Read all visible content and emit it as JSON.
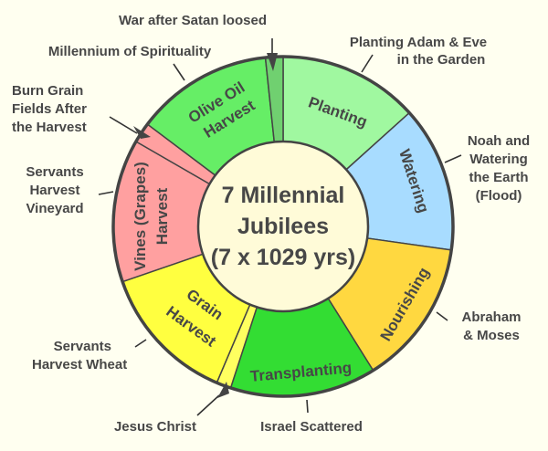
{
  "center": {
    "line1": "7 Millennial",
    "line2": "Jubilees",
    "line3": "(7 x 1029 yrs)"
  },
  "segments": [
    {
      "label": "Planting",
      "color": "#a0f8a0"
    },
    {
      "label": "Watering",
      "color": "#a8dcff"
    },
    {
      "label": "Nourishing",
      "color": "#ffd840"
    },
    {
      "label": "Transplanting",
      "color": "#33dd33"
    },
    {
      "label": "",
      "color": "#ffff60"
    },
    {
      "label_line1": "Grain",
      "label_line2": "Harvest",
      "color": "#ffff40"
    },
    {
      "label_line1": "Vines (Grapes)",
      "label_line2": "Harvest",
      "color": "#ffa0a0"
    },
    {
      "label": "",
      "color": "#ffa0a0"
    },
    {
      "label_line1": "Olive Oil",
      "label_line2": "Harvest",
      "color": "#66ee66"
    },
    {
      "label": "",
      "color": "#70d070"
    }
  ],
  "callouts": {
    "war": "War after Satan loosed",
    "millennium": "Millennium of Spirituality",
    "planting_1": "Planting Adam & Eve",
    "planting_2": "in the Garden",
    "burn_1": "Burn Grain",
    "burn_2": "Fields After",
    "burn_3": "the Harvest",
    "noah_1": "Noah and",
    "noah_2": "Watering",
    "noah_3": "the Earth",
    "noah_4": "(Flood)",
    "servants_v_1": "Servants",
    "servants_v_2": "Harvest",
    "servants_v_3": "Vineyard",
    "abraham_1": "Abraham",
    "abraham_2": "& Moses",
    "servants_w_1": "Servants",
    "servants_w_2": "Harvest Wheat",
    "jesus": "Jesus Christ",
    "israel": "Israel Scattered"
  },
  "colors": {
    "background": "#fffff0",
    "center": "#fffbd8",
    "outline": "#444444"
  }
}
